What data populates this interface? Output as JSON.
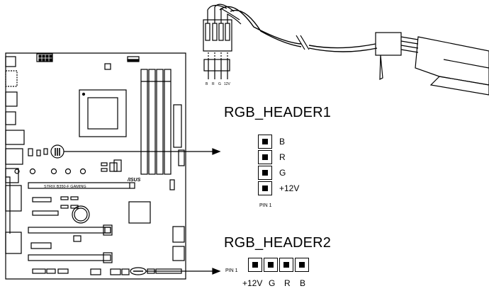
{
  "header1": {
    "title": "RGB_HEADER1",
    "pin1_label": "PIN 1",
    "pins": [
      "B",
      "R",
      "G",
      "+12V"
    ]
  },
  "header2": {
    "title": "RGB_HEADER2",
    "pin1_label": "PIN 1",
    "pins": [
      "+12V",
      "G",
      "R",
      "B"
    ]
  },
  "board": {
    "brand": "/ISUS",
    "model": "STRIX B350-F GAMING"
  },
  "connector": {
    "pins": [
      "B",
      "R",
      "G",
      "12V"
    ]
  },
  "colors": {
    "line": "#000000",
    "background": "#ffffff"
  }
}
